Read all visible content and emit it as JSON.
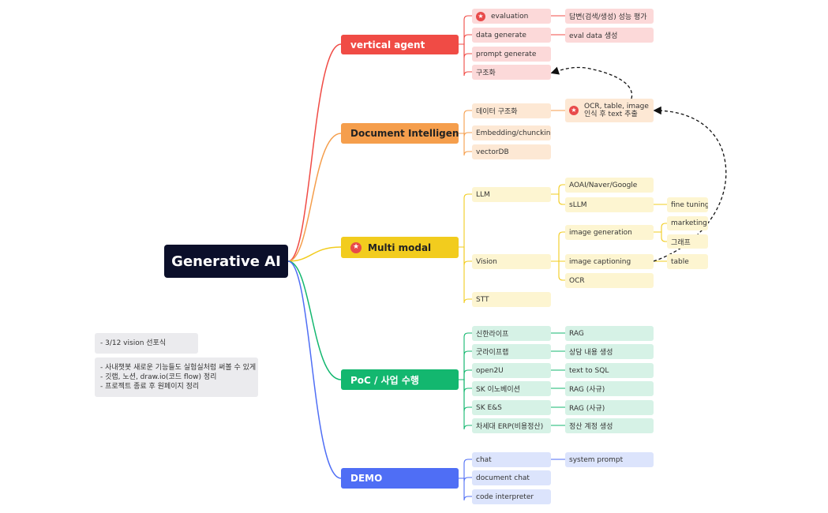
{
  "root": "Generative AI",
  "colors": {
    "vertical": "#f04b45",
    "document": "#f59e4c",
    "multimodal": "#f2cc1e",
    "poc": "#13b76f",
    "demo": "#4f6ef5"
  },
  "branches": {
    "vertical": {
      "label": "vertical agent",
      "evaluation": "evaluation",
      "evaluation_detail": "답변(검색/생성) 성능 평가",
      "data_generate": "data generate",
      "data_generate_detail": "eval data 생성",
      "prompt_generate": "prompt generate",
      "structuring": "구조화"
    },
    "document": {
      "label": "Document Intelligence",
      "data_structuring": "데이터 구조화",
      "ocr_line1": "OCR, table, image",
      "ocr_line2": "인식 후 text 추출",
      "embedding": "Embedding/chuncking",
      "vectordb": "vectorDB"
    },
    "multimodal": {
      "label": "Multi modal",
      "llm": "LLM",
      "aoai": "AOAI/Naver/Google",
      "sllm": "sLLM",
      "fine_tuning": "fine tuning",
      "vision": "Vision",
      "image_generation": "image generation",
      "marketing": "marketing",
      "graph": "그래프",
      "image_captioning": "image captioning",
      "table": "table",
      "ocr": "OCR",
      "stt": "STT"
    },
    "poc": {
      "label": "PoC / 사업 수행",
      "items": [
        {
          "name": "신한라이프",
          "detail": "RAG"
        },
        {
          "name": "굿라이프랩",
          "detail": "상담 내용 생성"
        },
        {
          "name": "open2U",
          "detail": "text to SQL"
        },
        {
          "name": "SK 이노베이션",
          "detail": "RAG (사규)"
        },
        {
          "name": "SK E&S",
          "detail": "RAG (사규)"
        },
        {
          "name": "차세대 ERP(비용정산)",
          "detail": "정산 계정 생성"
        }
      ]
    },
    "demo": {
      "label": "DEMO",
      "chat": "chat",
      "system_prompt": "system prompt",
      "document_chat": "document chat",
      "code_interpreter": "code interpreter"
    }
  },
  "notes": {
    "note1": "- 3/12 vision 선포식",
    "note2_lines": [
      "- 사내챗봇 새로운 기능들도 실험실처럼 써볼 수 있게",
      "- 깃랩, 노션, draw.io(코드 flow) 정리",
      "- 프로젝트 종료 후 원페이지 정리"
    ]
  }
}
